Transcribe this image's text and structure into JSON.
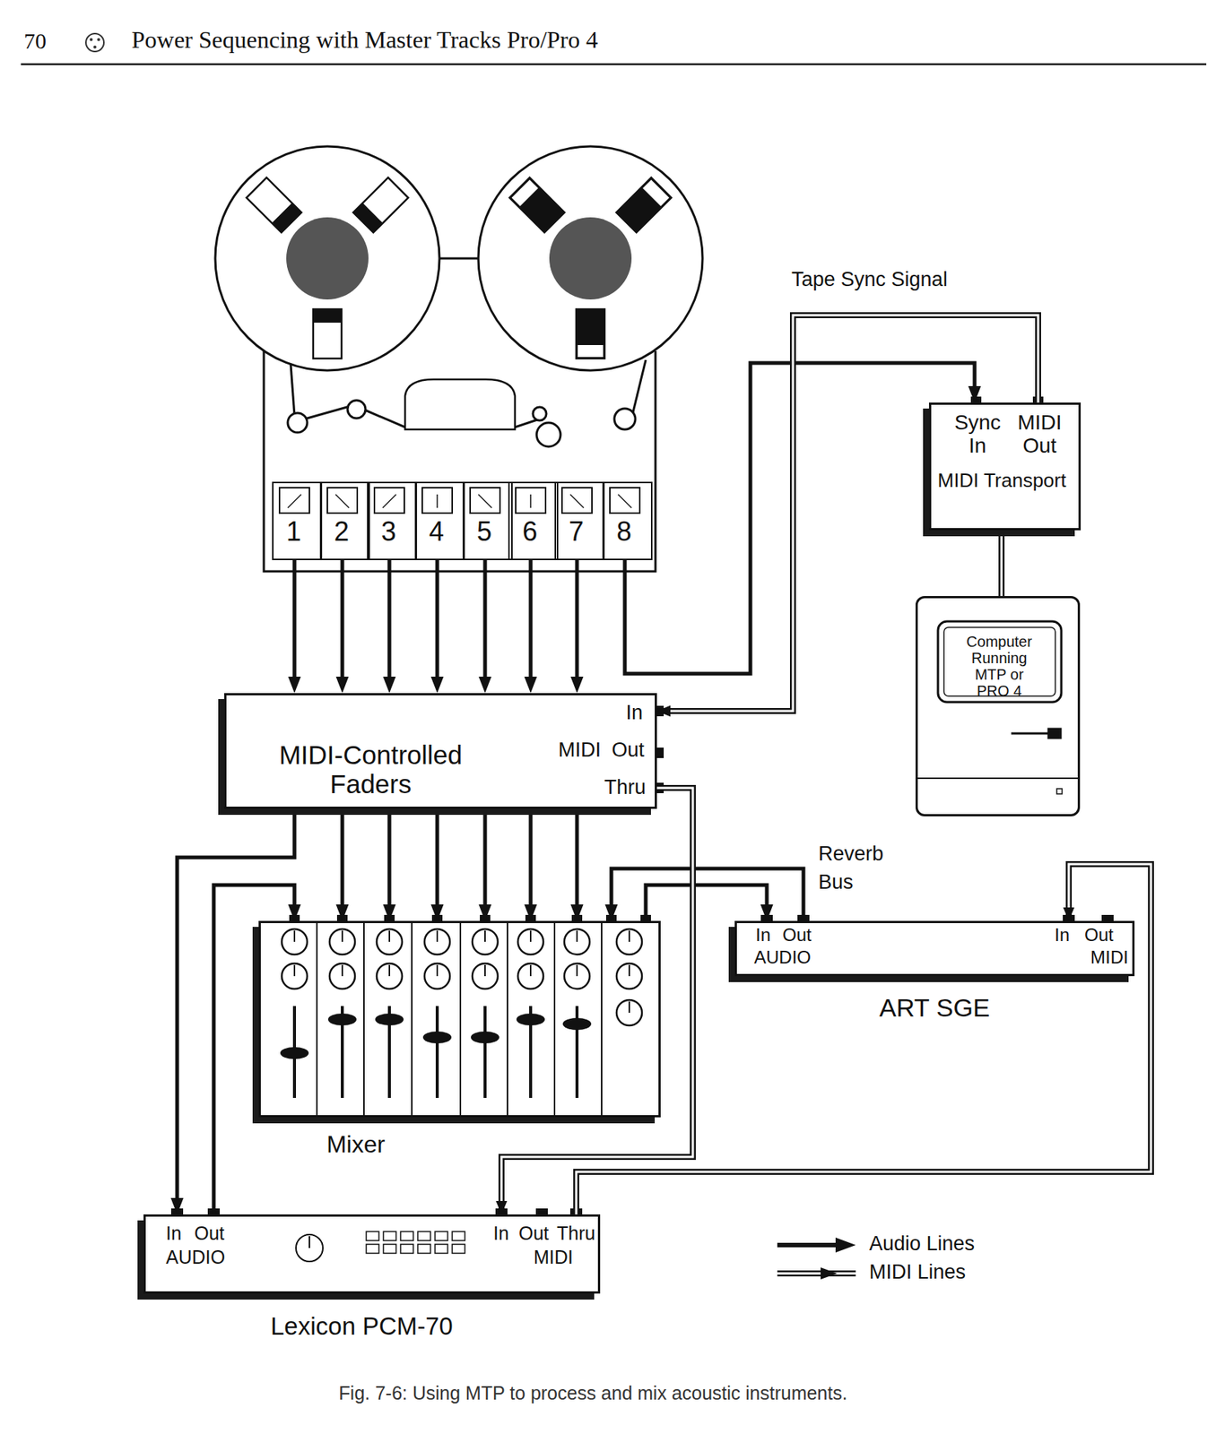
{
  "diagram": {
    "caption": "Fig. 7-6: Using MTP to process and mix acoustic instruments.",
    "nodes": [
      {
        "text": [
          "1"
        ]
      },
      {
        "text": [
          "2"
        ]
      },
      {
        "text": [
          "3"
        ]
      },
      {
        "text": [
          "4"
        ]
      },
      {
        "text": [
          "5"
        ]
      },
      {
        "text": [
          "6"
        ]
      },
      {
        "text": [
          "7"
        ]
      },
      {
        "text": [
          "8"
        ]
      },
      {
        "text": [
          "Sync In",
          "MIDI Out",
          "MIDI Transport"
        ]
      },
      {
        "text": [
          "Computer Running MTP or PRO 4"
        ]
      },
      {
        "text": [
          "MIDI-Controlled Faders",
          "In",
          "MIDI",
          "Out",
          "Thru"
        ]
      },
      {
        "text": [
          "Mixer"
        ]
      },
      {
        "text": [
          "In",
          "Out",
          "AUDIO",
          "In",
          "Out",
          "MIDI",
          "ART SGE"
        ]
      },
      {
        "text": [
          "In",
          "Out",
          "AUDIO",
          "In",
          "Out",
          "Thru",
          "MIDI",
          "Lexicon PCM-70"
        ]
      }
    ],
    "edges": [
      {
        "from": 0,
        "to": 10,
        "arrow": "to"
      },
      {
        "from": 1,
        "to": 10,
        "arrow": "to"
      },
      {
        "from": 2,
        "to": 10,
        "arrow": "to"
      },
      {
        "from": 3,
        "to": 10,
        "arrow": "to"
      },
      {
        "from": 4,
        "to": 10,
        "arrow": "to"
      },
      {
        "from": 5,
        "to": 10,
        "arrow": "to"
      },
      {
        "from": 6,
        "to": 10,
        "arrow": "to"
      },
      {
        "from": 7,
        "to": 8,
        "arrow": "to"
      },
      {
        "from": 8,
        "to": 10,
        "arrow": "to"
      },
      {
        "from": 8,
        "to": 9,
        "arrow": "none"
      },
      {
        "from": 10,
        "to": 11,
        "arrow": "to"
      },
      {
        "from": 10,
        "to": 11,
        "arrow": "to"
      },
      {
        "from": 10,
        "to": 11,
        "arrow": "to"
      },
      {
        "from": 10,
        "to": 11,
        "arrow": "to"
      },
      {
        "from": 10,
        "to": 11,
        "arrow": "to"
      },
      {
        "from": 10,
        "to": 11,
        "arrow": "to"
      },
      {
        "from": 10,
        "to": 13,
        "arrow": "to"
      },
      {
        "from": 13,
        "to": 11,
        "arrow": "to"
      },
      {
        "from": 11,
        "to": 12,
        "arrow": "to"
      },
      {
        "from": 12,
        "to": 11,
        "arrow": "to"
      },
      {
        "from": 10,
        "to": 13,
        "arrow": "to"
      },
      {
        "from": 13,
        "to": 12,
        "arrow": "to"
      }
    ],
    "labels": [
      "70",
      "Power Sequencing with Master Tracks Pro/Pro 4",
      "Tape Sync Signal",
      "Reverb Bus"
    ],
    "legend": [
      {
        "text": "Audio Lines"
      },
      {
        "text": "MIDI Lines"
      }
    ]
  }
}
